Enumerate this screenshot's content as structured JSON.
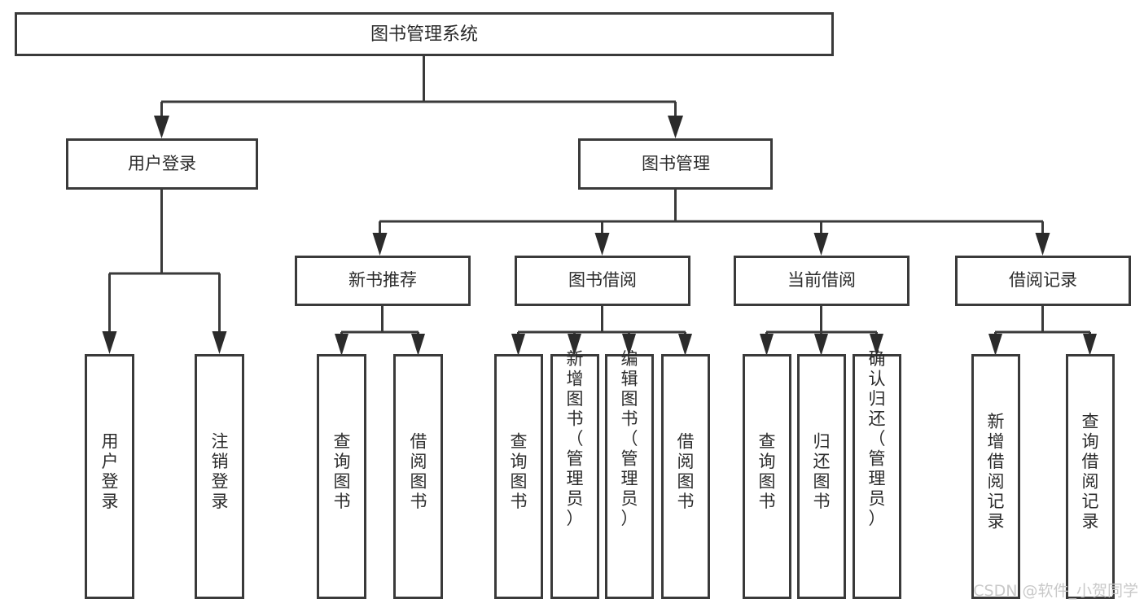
{
  "diagram": {
    "title": "图书管理系统",
    "type": "tree-hierarchy",
    "root": {
      "id": "root",
      "label": "图书管理系统",
      "orientation": "horizontal"
    },
    "level2": [
      {
        "id": "user-login",
        "label": "用户登录",
        "orientation": "horizontal"
      },
      {
        "id": "book-management",
        "label": "图书管理",
        "orientation": "horizontal"
      }
    ],
    "level3": [
      {
        "id": "new-book-recommend",
        "label": "新书推荐",
        "orientation": "horizontal",
        "parent": "book-management"
      },
      {
        "id": "book-borrow",
        "label": "图书借阅",
        "orientation": "horizontal",
        "parent": "book-management"
      },
      {
        "id": "current-borrow",
        "label": "当前借阅",
        "orientation": "horizontal",
        "parent": "book-management"
      },
      {
        "id": "borrow-record",
        "label": "借阅记录",
        "orientation": "horizontal",
        "parent": "book-management"
      }
    ],
    "leaves": [
      {
        "id": "leaf-user-login",
        "label": "用户登录",
        "orientation": "vertical",
        "parent": "user-login"
      },
      {
        "id": "leaf-user-logout",
        "label": "注销登录",
        "orientation": "vertical",
        "parent": "user-login"
      },
      {
        "id": "leaf-query-book-1",
        "label": "查询图书",
        "orientation": "vertical",
        "parent": "new-book-recommend"
      },
      {
        "id": "leaf-borrow-book-1",
        "label": "借阅图书",
        "orientation": "vertical",
        "parent": "new-book-recommend"
      },
      {
        "id": "leaf-query-book-2",
        "label": "查询图书",
        "orientation": "vertical",
        "parent": "book-borrow"
      },
      {
        "id": "leaf-add-book",
        "label": "新增图书（管理员）",
        "orientation": "vertical",
        "parent": "book-borrow"
      },
      {
        "id": "leaf-edit-book",
        "label": "编辑图书（管理员）",
        "orientation": "vertical",
        "parent": "book-borrow"
      },
      {
        "id": "leaf-borrow-book-2",
        "label": "借阅图书",
        "orientation": "vertical",
        "parent": "book-borrow"
      },
      {
        "id": "leaf-query-book-3",
        "label": "查询图书",
        "orientation": "vertical",
        "parent": "current-borrow"
      },
      {
        "id": "leaf-return-book",
        "label": "归还图书",
        "orientation": "vertical",
        "parent": "current-borrow"
      },
      {
        "id": "leaf-confirm-return",
        "label": "确认归还（管理员）",
        "orientation": "vertical",
        "parent": "current-borrow"
      },
      {
        "id": "leaf-add-record",
        "label": "新增借阅记录",
        "orientation": "vertical",
        "parent": "borrow-record"
      },
      {
        "id": "leaf-query-record",
        "label": "查询借阅记录",
        "orientation": "vertical",
        "parent": "borrow-record"
      }
    ],
    "colors": {
      "box_stroke": "#3a3a3a",
      "box_fill": "#ffffff",
      "text": "#2b2b2b",
      "connector": "#3a3a3a",
      "background": "#ffffff",
      "watermark": "#c9c9c9"
    }
  },
  "watermark": {
    "text": "CSDN @软件_小贺同学"
  }
}
